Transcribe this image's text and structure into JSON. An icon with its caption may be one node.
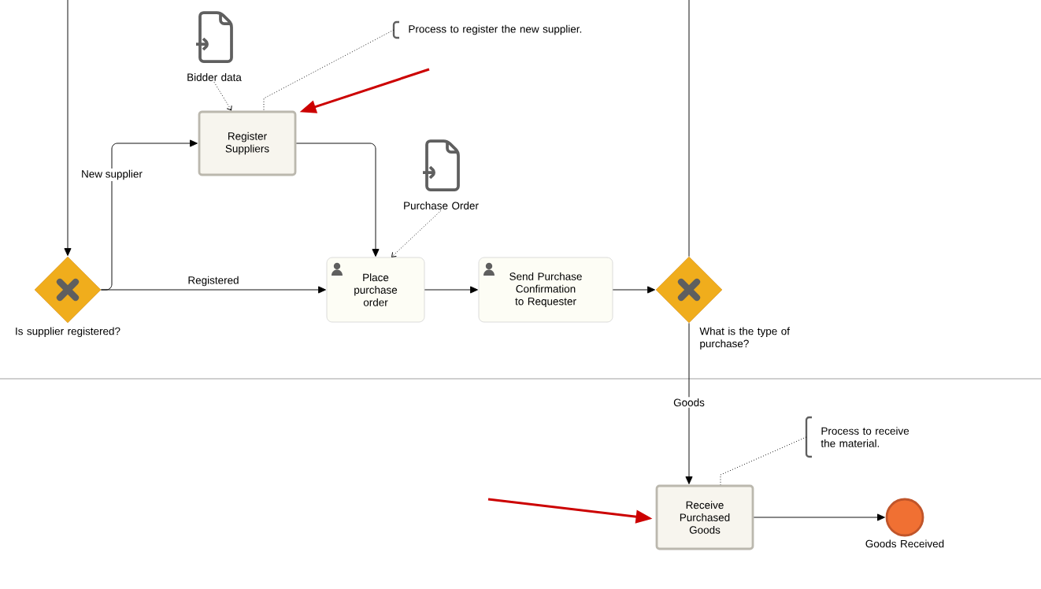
{
  "diagram": {
    "nodes": [
      {
        "text": [
          "Is supplier registered?"
        ]
      },
      {
        "text": [
          "Register Suppliers"
        ]
      },
      {
        "text": [
          "Place purchase order"
        ]
      },
      {
        "text": [
          "Send Purchase Confirmation to Requester"
        ]
      },
      {
        "text": [
          "What is the type of purchase?"
        ]
      },
      {
        "text": [
          "Receive Purchased Goods"
        ]
      },
      {
        "text": [
          "Goods Received"
        ]
      },
      {
        "text": [
          "Bidder data"
        ]
      },
      {
        "text": [
          "Purchase Order"
        ]
      },
      {
        "text": [
          "Process to register the new supplier."
        ]
      },
      {
        "text": [
          "Process to receive the material."
        ]
      }
    ],
    "edges": [
      {
        "from": null,
        "to": 0,
        "arrow": "to"
      },
      {
        "from": 0,
        "to": 1,
        "arrow": "to",
        "label": "New supplier"
      },
      {
        "from": 0,
        "to": 2,
        "arrow": "to",
        "label": "Registered"
      },
      {
        "from": 1,
        "to": 2,
        "arrow": "to"
      },
      {
        "from": 2,
        "to": 3,
        "arrow": "to"
      },
      {
        "from": 3,
        "to": 4,
        "arrow": "to"
      },
      {
        "from": 4,
        "to": 5,
        "arrow": "to",
        "label": "Goods"
      },
      {
        "from": 5,
        "to": 6,
        "arrow": "to"
      },
      {
        "from": 7,
        "to": 1,
        "arrow": "to",
        "style": "dashed"
      },
      {
        "from": 8,
        "to": 2,
        "arrow": "to",
        "style": "dashed"
      },
      {
        "from": 9,
        "to": 1,
        "arrow": "none",
        "style": "dashed"
      },
      {
        "from": 10,
        "to": 5,
        "arrow": "none",
        "style": "dashed"
      },
      {
        "from": null,
        "to": 4,
        "arrow": "none"
      },
      {
        "from": null,
        "to": 1,
        "arrow": "to",
        "style": "thick",
        "color": "#cc0000"
      },
      {
        "from": null,
        "to": 5,
        "arrow": "to",
        "style": "thick",
        "color": "#cc0000"
      }
    ]
  }
}
